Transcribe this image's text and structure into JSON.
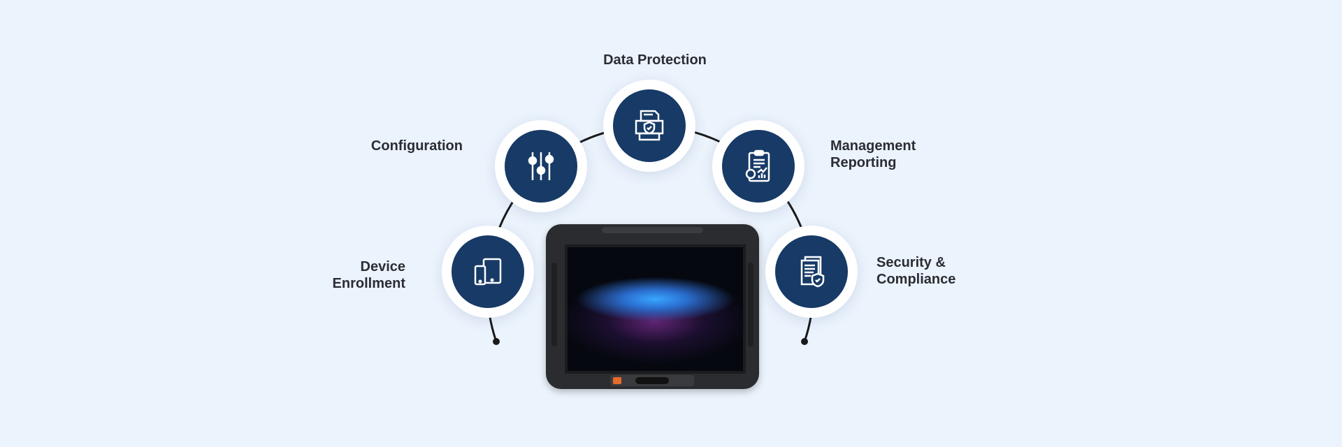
{
  "colors": {
    "background": "#ebf3fc",
    "node_fill": "#173a66",
    "node_ring": "#ffffff",
    "connector": "#1a1a1a",
    "label": "#2b2d33"
  },
  "features": [
    {
      "id": "device-enrollment",
      "lines": [
        "Device",
        "Enrollment"
      ],
      "icon": "devices-icon"
    },
    {
      "id": "configuration",
      "lines": [
        "Configuration"
      ],
      "icon": "sliders-icon"
    },
    {
      "id": "data-protection",
      "lines": [
        "Data Protection"
      ],
      "icon": "document-shield-icon"
    },
    {
      "id": "management-reporting",
      "lines": [
        "Management",
        "Reporting"
      ],
      "icon": "clipboard-report-icon"
    },
    {
      "id": "security-compliance",
      "lines": [
        "Security &",
        "Compliance"
      ],
      "icon": "documents-shield-icon"
    }
  ],
  "device": {
    "name": "rugged-tablet-image"
  }
}
